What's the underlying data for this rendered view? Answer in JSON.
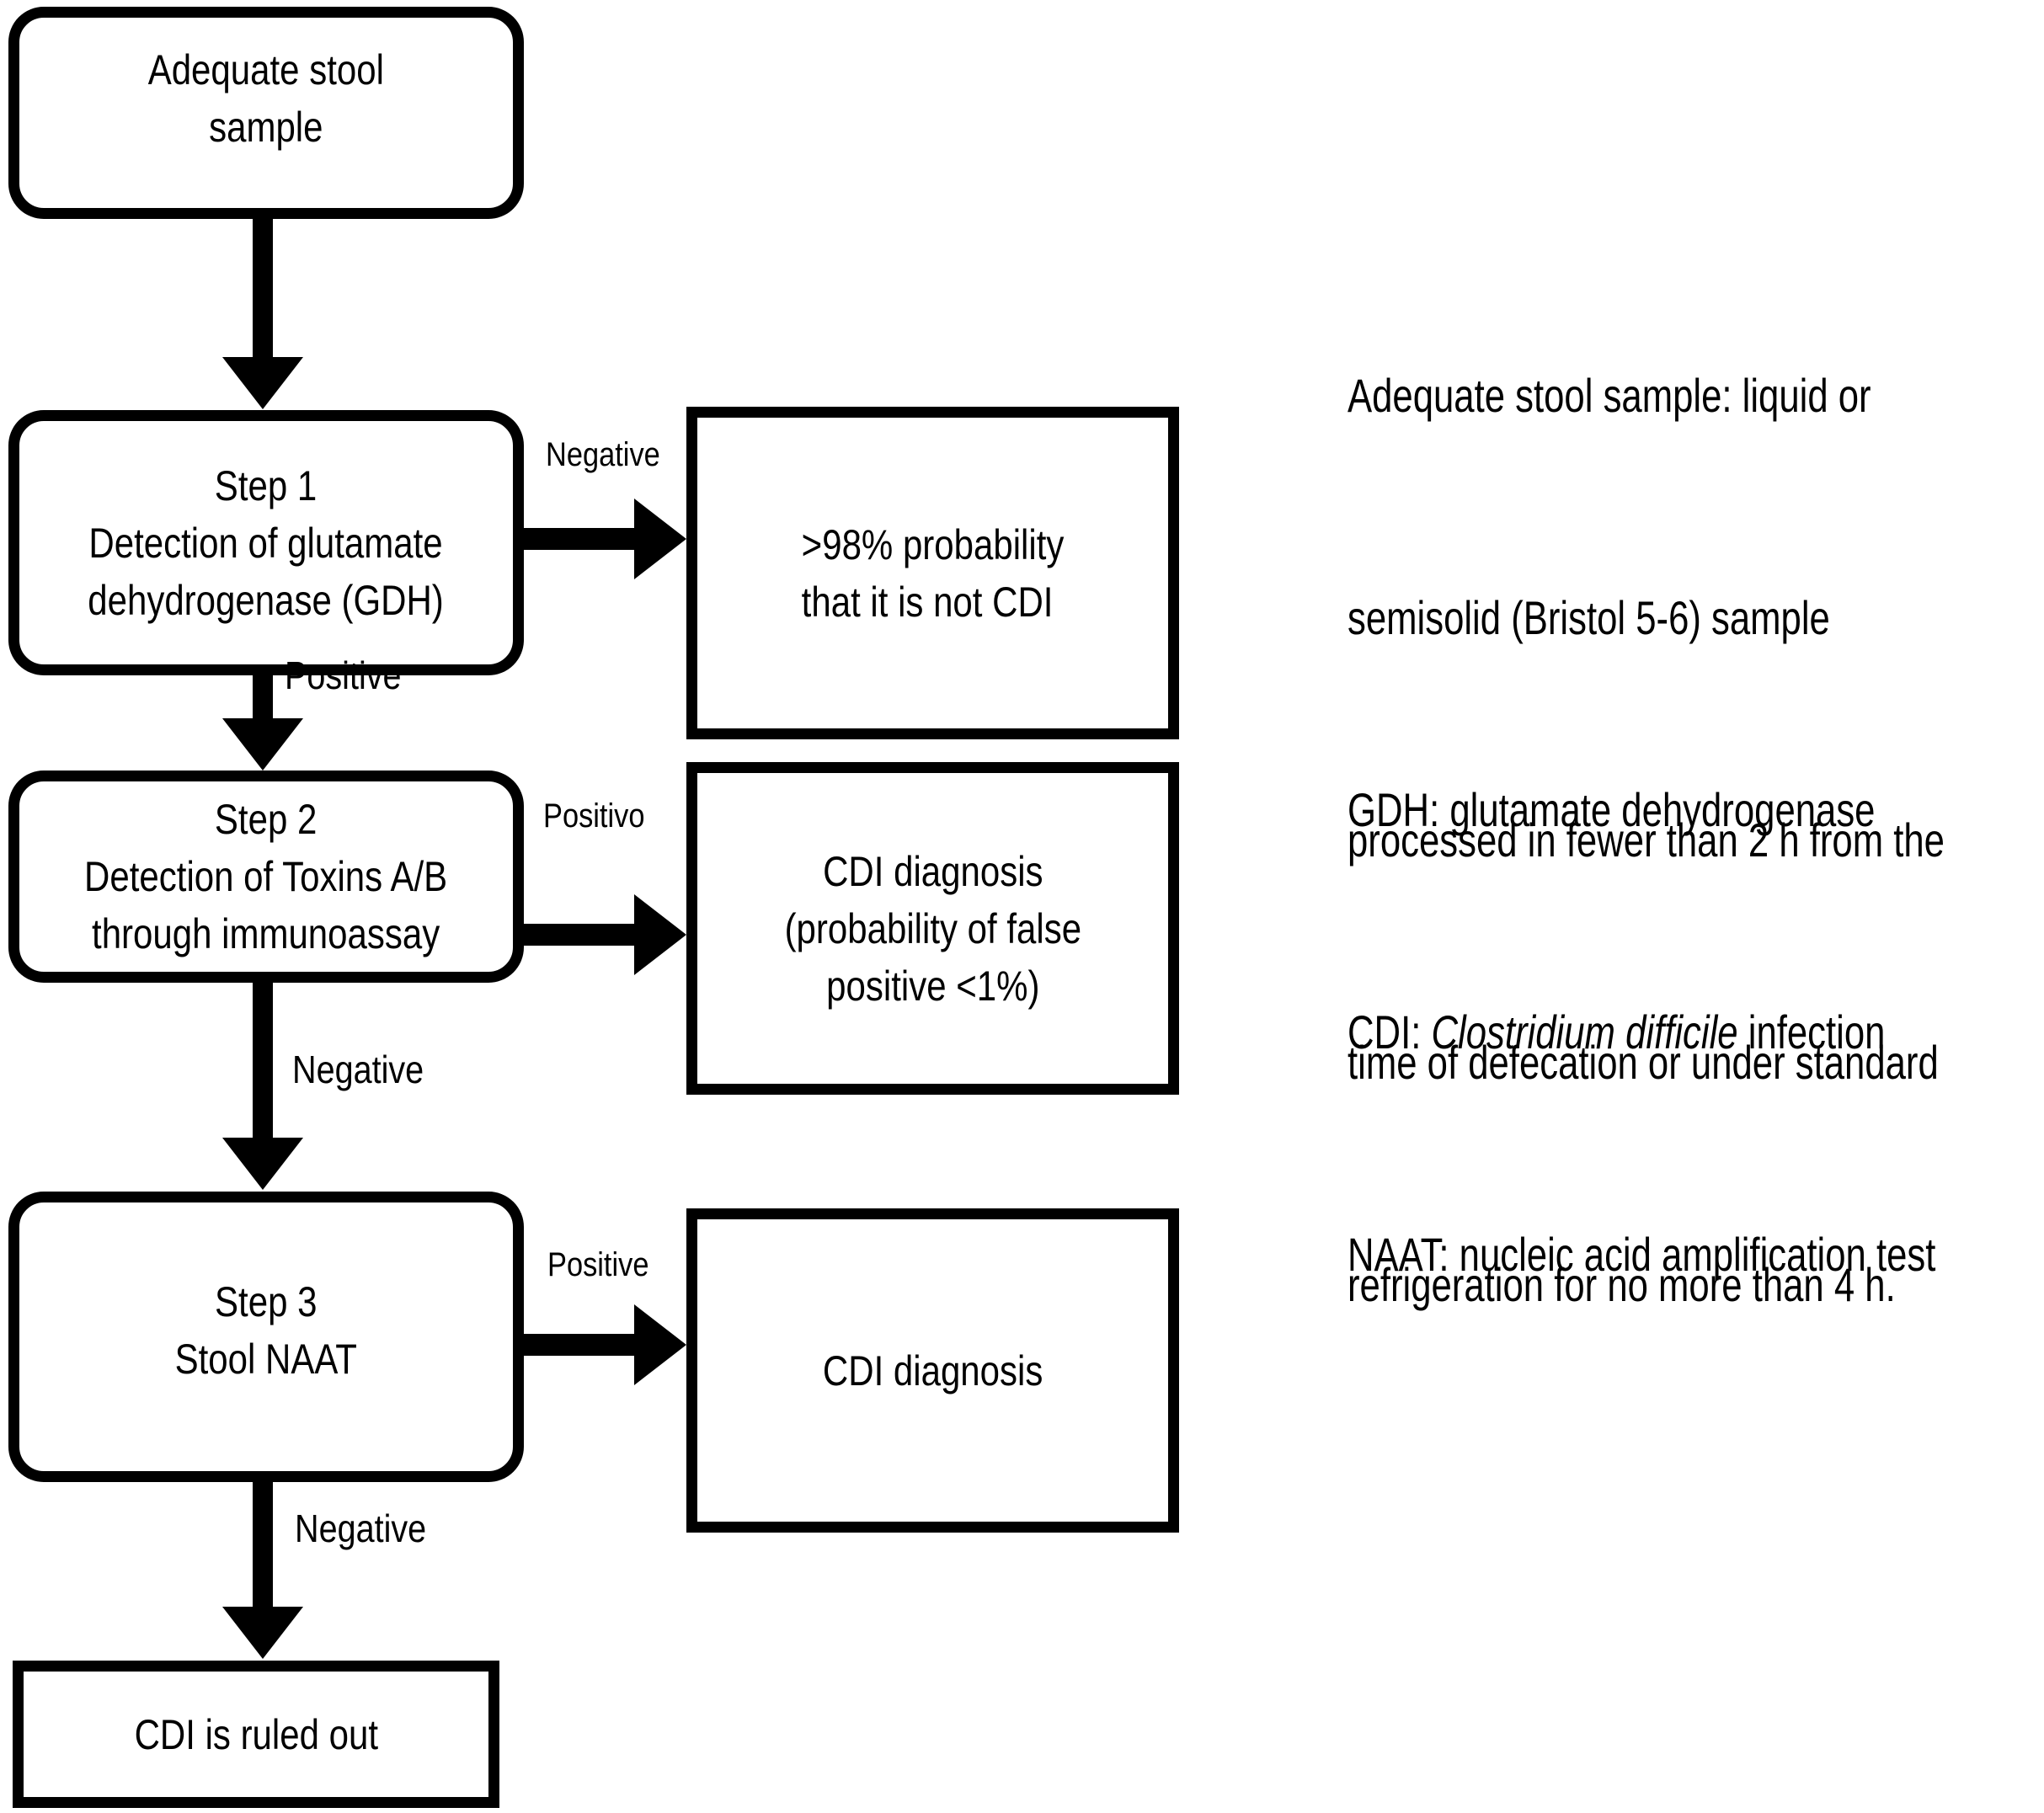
{
  "colors": {
    "ink": "#000000",
    "background": "#ffffff"
  },
  "diagram": {
    "nodes": {
      "adequate_sample": {
        "lines": [
          "Adequate stool",
          "sample"
        ]
      },
      "step1": {
        "lines": [
          "Step 1",
          "Detection of glutamate",
          "dehydrogenase (GDH)"
        ]
      },
      "not_cdi": {
        "lines": [
          ">98% probability",
          "that it is not CDI"
        ]
      },
      "step2": {
        "lines": [
          "Step 2",
          "Detection of Toxins A/B",
          "through immunoassay"
        ]
      },
      "cdi_diag_false_pos": {
        "lines": [
          "CDI diagnosis",
          "(probability of false",
          "positive <1%)"
        ]
      },
      "step3": {
        "lines": [
          "Step 3",
          "Stool NAAT"
        ]
      },
      "cdi_diagnosis": {
        "lines": [
          "CDI diagnosis"
        ]
      },
      "cdi_ruled_out": {
        "lines": [
          "CDI is ruled out"
        ]
      }
    },
    "edge_labels": {
      "step1_negative": "Negative",
      "step1_positive": "Positive",
      "step2_positivo": "Positivo",
      "step2_negative": "Negative",
      "step3_positive": "Positive",
      "step3_negative": "Negative"
    }
  },
  "legend": {
    "paragraph_lines": [
      "Adequate stool sample: liquid or",
      "semisolid (Bristol 5-6) sample",
      "processed in fewer than 2 h from the",
      "time of defecation or under standard",
      "refrigeration for no more than 4 h."
    ],
    "abbreviations": {
      "gdh": "GDH: glutamate dehydrogenase",
      "cdi_prefix": "CDI: ",
      "cdi_italic": "Clostridium difficile",
      "cdi_suffix": " infection",
      "naat": "NAAT: nucleic acid amplification test"
    }
  }
}
